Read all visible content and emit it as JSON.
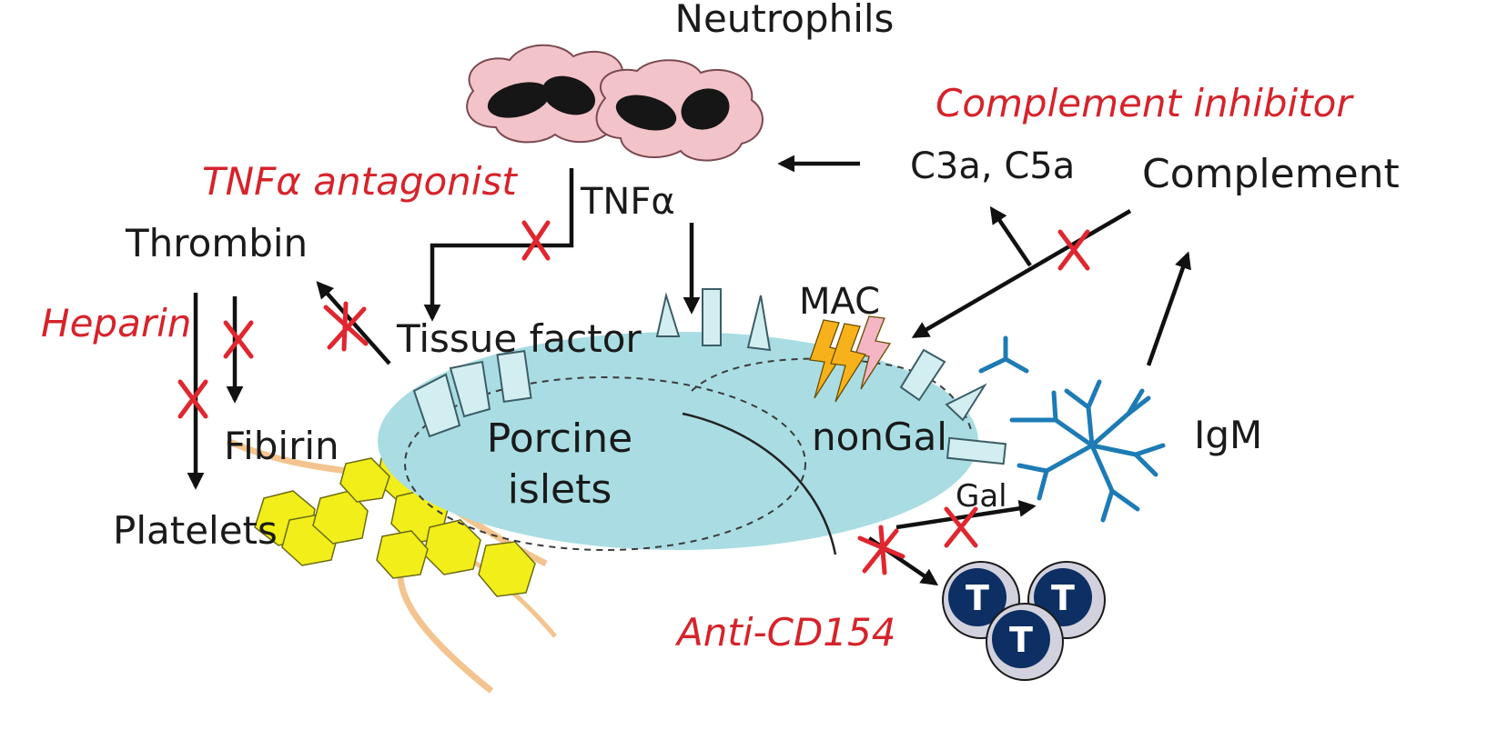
{
  "labels": {
    "neutrophils": "Neutrophils",
    "tnfa": "TNFα",
    "thrombin": "Thrombin",
    "tissue_factor": "Tissue factor",
    "fibrin": "Fibirin",
    "platelets": "Platelets",
    "porcine": "Porcine",
    "islets": "islets",
    "nongal": "nonGal",
    "gal": "Gal",
    "mac": "MAC",
    "c3a_c5a": "C3a, C5a",
    "complement": "Complement",
    "igm": "IgM",
    "t_cell": "T"
  },
  "inhibitors": {
    "tnf_antagonist": "TNFα antagonist",
    "heparin": "Heparin",
    "complement_inhibitor": "Complement inhibitor",
    "anti_cd154": "Anti-CD154"
  },
  "colors": {
    "inhibitor_text": "#d6232b",
    "islet_fill": "#a9dde3",
    "neutrophil_fill": "#f2c3c9",
    "platelet_fill": "#f1ee1a",
    "igm_stroke": "#1d7bb5",
    "t_cell_fill": "#0d2f63",
    "mac_orange": "#f7b21b",
    "mac_pink": "#f4b6c2"
  }
}
